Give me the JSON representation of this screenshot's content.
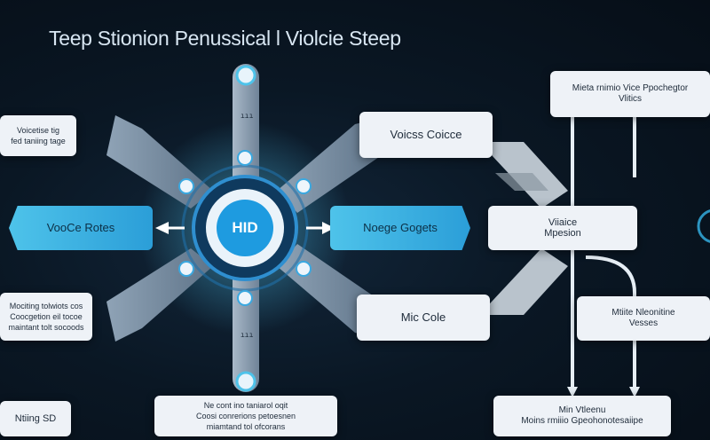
{
  "title": "Teep Stionion Penussical l Violcie Steep",
  "hub": {
    "label": "HID"
  },
  "vertical_top_label": "ııı",
  "vertical_bottom_label": "ııı",
  "left_boxes": {
    "top": "Voicetise tig\nfed taniing tage",
    "middle": "VooCe Rotes",
    "lower": "Mociting tolwiots cos\nCoocgetion eil tocoe\nmaintant tolt socoods",
    "bottom": "Ntiing SD"
  },
  "right_boxes": {
    "upper": "Voicss Coicce",
    "middle": "Noege Gogets",
    "lower": "Mic Cole"
  },
  "center_bottom_box": "Ne cont ino taniarol oqit\nCoosi conrerions petoesnen\nmiamtand tol ofcorans",
  "far_right": {
    "top": "Mieta rnimio Vice Ppochegtor\nVlitics",
    "middle": "Viiaice\nMpesion",
    "lower": "Mtiite Nleonitine\nVesses",
    "bottom": "Min Vtleenu\nMoins rmiiio Gpeohonotesaiipe"
  },
  "colors": {
    "background": "#0a1724",
    "accent": "#36b5e8",
    "box": "#eef2f7",
    "arm": "#7f93a6"
  }
}
